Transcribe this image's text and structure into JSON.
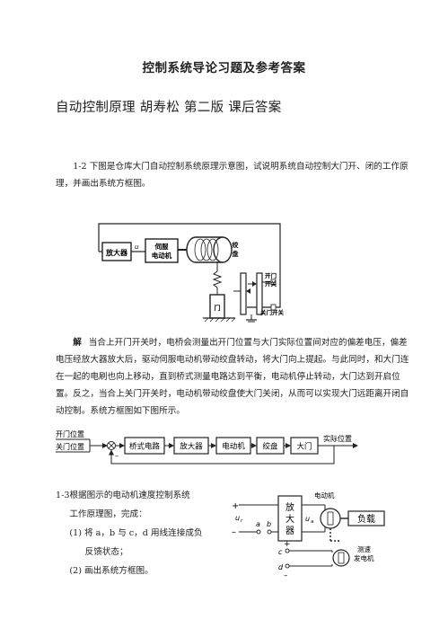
{
  "doc": {
    "title": "控制系统导论习题及参考答案",
    "subtitle": "自动控制原理  胡寿松  第二版  课后答案"
  },
  "q12": {
    "number": "1-2",
    "text": "下图是仓库大门自动控制系统原理示意图，试说明系统自动控制大门开、闭的工作原理，并画出系统方框图。",
    "fig": {
      "amplifier": "放大器",
      "u": "u",
      "servo1": "伺服",
      "servo2": "电动机",
      "drum1": "绞",
      "drum2": "盘",
      "door": "门",
      "open_sw1": "开门",
      "open_sw2": "开关",
      "close_sw": "关门开关"
    }
  },
  "answer": {
    "label": "解",
    "text": "当合上开门开关时，电桥会测量出开门位置与大门实际位置间对应的偏差电压，偏差电压经放大器放大后，驱动伺服电动机带动绞盘转动，将大门向上提起。与此同时，和大门连在一起的电刷也向上移动，直到桥式测量电路达到平衡，电动机停止转动，大门达到开启位置。反之，当合上关门开关时，电动机带动绞盘使大门关闭，从而可以实现大门远距离开闭自动控制。系统方框图如下图所示。"
  },
  "block": {
    "in1": "开门位置",
    "in2": "关门位置",
    "b1": "桥式电路",
    "b2": "放大器",
    "b3": "电动机",
    "b4": "绞盘",
    "b5": "大门",
    "out": "实际位置",
    "minus": "–"
  },
  "q13": {
    "number": "1-3",
    "line1": "根据图示的电动机速度控制系统",
    "line2": "工作原理图，完成：",
    "item1": "(1)  将 a，b 与 c，d 用线连接成负",
    "item1b": "反馈状态；",
    "item2": "(2)  画出系统方框图。",
    "fig": {
      "motor": "电动机",
      "amp1": "放",
      "amp2": "大",
      "amp3": "器",
      "load": "负载",
      "tach1": "测速",
      "tach2": "发电机",
      "ur": "u",
      "ua": "u",
      "a": "a",
      "b": "b",
      "c": "c",
      "d": "d",
      "plus": "+",
      "minus": "–"
    }
  }
}
